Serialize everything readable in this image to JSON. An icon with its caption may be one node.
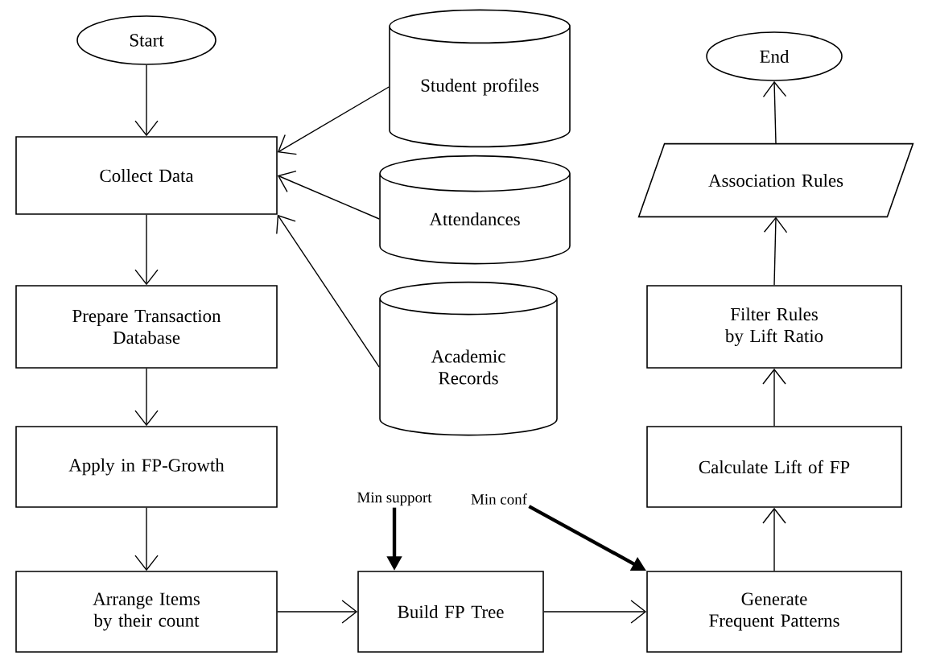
{
  "diagram": {
    "nodes": [
      {
        "text": [
          "Start"
        ]
      },
      {
        "text": [
          "Collect Data"
        ]
      },
      {
        "text": [
          "Student profiles"
        ]
      },
      {
        "text": [
          "Attendances"
        ]
      },
      {
        "text": [
          "Academic Records"
        ]
      },
      {
        "text": [
          "Prepare Transaction Database"
        ]
      },
      {
        "text": [
          "Apply in FP-Growth"
        ]
      },
      {
        "text": [
          "Arrange Items by their count"
        ]
      },
      {
        "text": [
          "Min support"
        ]
      },
      {
        "text": [
          "Build FP Tree"
        ]
      },
      {
        "text": [
          "Min conf"
        ]
      },
      {
        "text": [
          "Generate Frequent Patterns"
        ]
      },
      {
        "text": [
          "Calculate Lift of FP"
        ]
      },
      {
        "text": [
          "Filter Rules by Lift Ratio"
        ]
      },
      {
        "text": [
          "Association Rules"
        ]
      },
      {
        "text": [
          "End"
        ]
      }
    ],
    "edges": [
      {
        "from": 0,
        "to": 1,
        "arrow": "to"
      },
      {
        "from": 2,
        "to": 1,
        "arrow": "to"
      },
      {
        "from": 3,
        "to": 1,
        "arrow": "to"
      },
      {
        "from": 4,
        "to": 1,
        "arrow": "to"
      },
      {
        "from": 1,
        "to": 5,
        "arrow": "to"
      },
      {
        "from": 5,
        "to": 6,
        "arrow": "to"
      },
      {
        "from": 6,
        "to": 7,
        "arrow": "to"
      },
      {
        "from": 7,
        "to": 9,
        "arrow": "to"
      },
      {
        "from": 8,
        "to": 9,
        "arrow": "to",
        "style": "thick"
      },
      {
        "from": 9,
        "to": 11,
        "arrow": "to"
      },
      {
        "from": 10,
        "to": 11,
        "arrow": "to",
        "style": "thick"
      },
      {
        "from": 11,
        "to": 12,
        "arrow": "to"
      },
      {
        "from": 12,
        "to": 13,
        "arrow": "to"
      },
      {
        "from": 13,
        "to": 14,
        "arrow": "to"
      },
      {
        "from": 14,
        "to": 15,
        "arrow": "to"
      }
    ]
  }
}
